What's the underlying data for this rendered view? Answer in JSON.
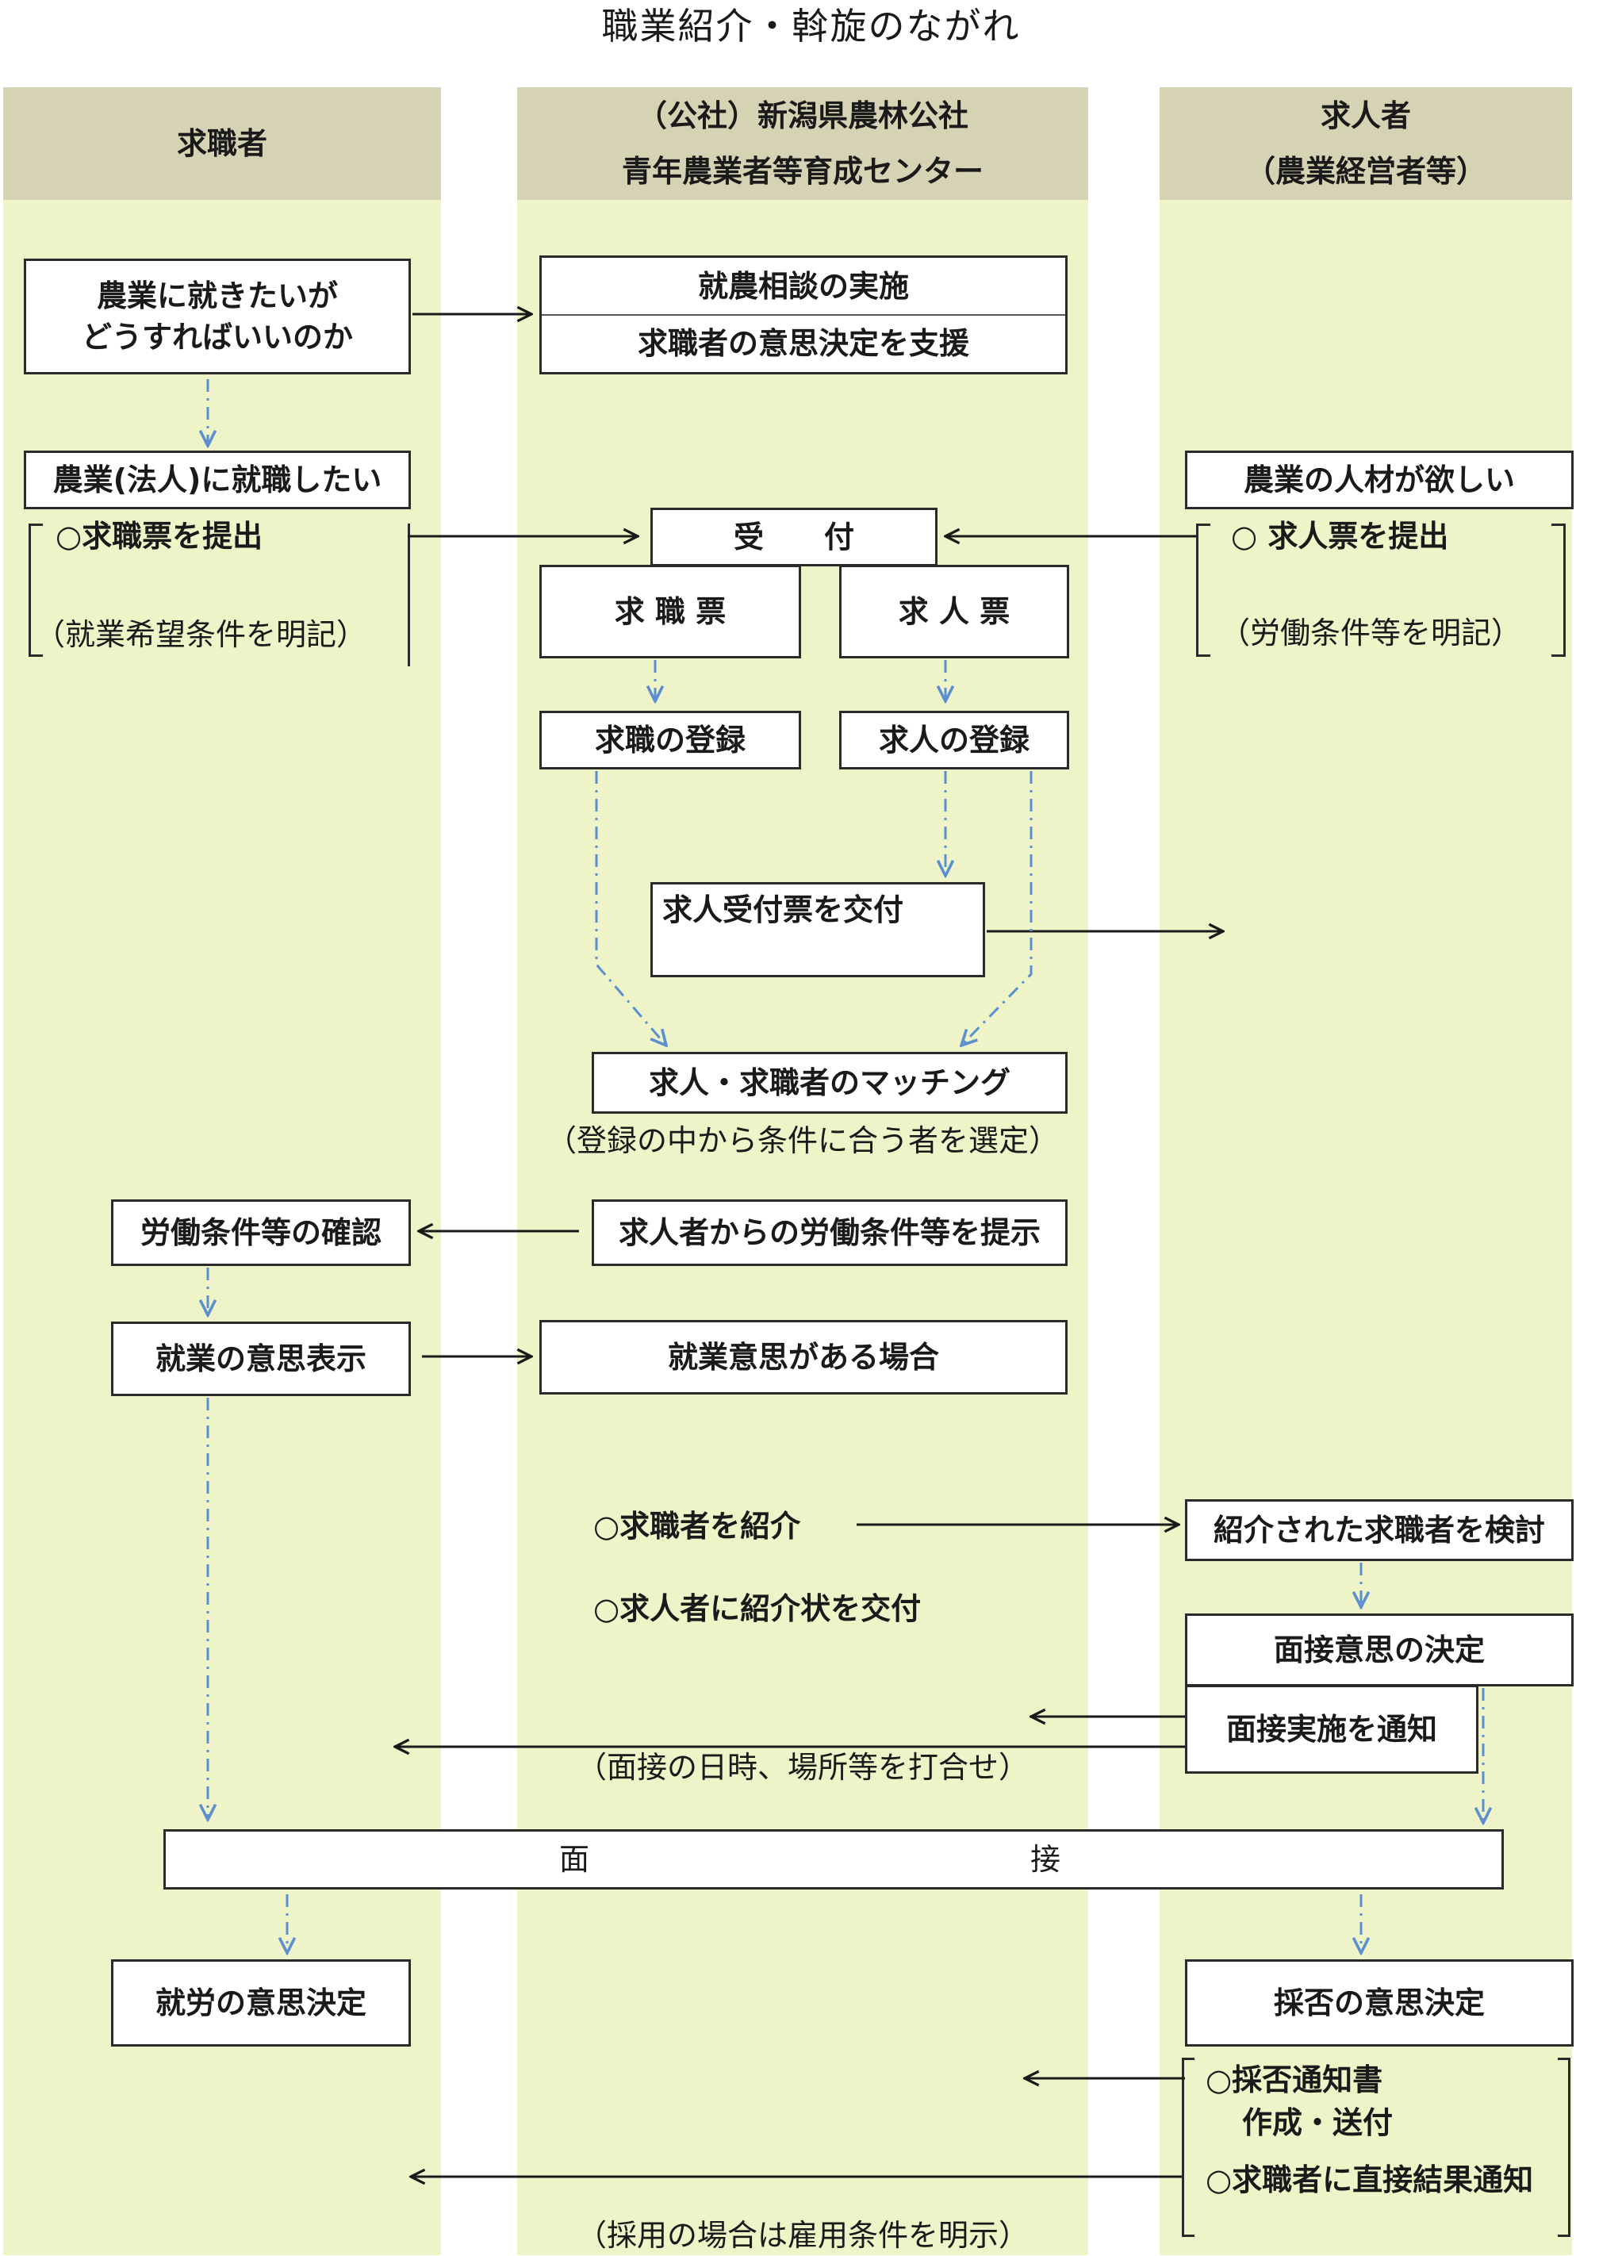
{
  "title": "職業紹介・斡旋のながれ",
  "lanes": {
    "job_seeker": {
      "header": "求職者"
    },
    "center": {
      "header_line1": "（公社）新潟県農林公社",
      "header_line2": "青年農業者等育成センター"
    },
    "employer": {
      "header_line1": "求人者",
      "header_line2": "（農業経営者等）"
    }
  },
  "job_seeker": {
    "want_farm_line1": "農業に就きたいが",
    "want_farm_line2": "どうすればいいのか",
    "want_employment": "農業(法人)に就職したい",
    "submit_form": "○求職票を提出",
    "conditions_note": "（就業希望条件を明記）",
    "confirm_conditions": "労働条件等の確認",
    "express_intent": "就業の意思表示",
    "decide_work": "就労の意思決定"
  },
  "center": {
    "consultation": "就農相談の実施",
    "support_decision": "求職者の意思決定を支援",
    "reception": "受　　付",
    "job_seeker_form": "求 職 票",
    "job_offer_form": "求 人 票",
    "seeker_registration": "求職の登録",
    "offer_registration": "求人の登録",
    "issue_receipt": "求人受付票を交付",
    "matching": "求人・求職者のマッチング",
    "matching_note": "（登録の中から条件に合う者を選定）",
    "present_conditions": "求人者からの労働条件等を提示",
    "if_intent": "就業意思がある場合",
    "introduce_seeker": "○求職者を紹介",
    "issue_letter": "○求人者に紹介状を交付",
    "interview_arrange_note": "（面接の日時、場所等を打合せ）",
    "employment_terms_note": "（採用の場合は雇用条件を明示）"
  },
  "employer": {
    "want_talent": "農業の人材が欲しい",
    "submit_offer": "○ 求人票を提出",
    "labor_note": "（労働条件等を明記）",
    "review_seeker": "紹介された求職者を検討",
    "interview_decision": "面接意思の決定",
    "notify_interview": "面接実施を通知",
    "hiring_decision": "採否の意思決定",
    "notice_line1": "○採否通知書",
    "notice_line2": "作成・送付",
    "direct_notice": "○求職者に直接結果通知"
  },
  "interview": {
    "left_char": "面",
    "right_char": "接"
  },
  "colors": {
    "lane_bg": "#eef3c8",
    "lane_header": "#d6d3b4",
    "dashed_arrow": "#5b8fd0",
    "line": "#1a1a1a"
  }
}
